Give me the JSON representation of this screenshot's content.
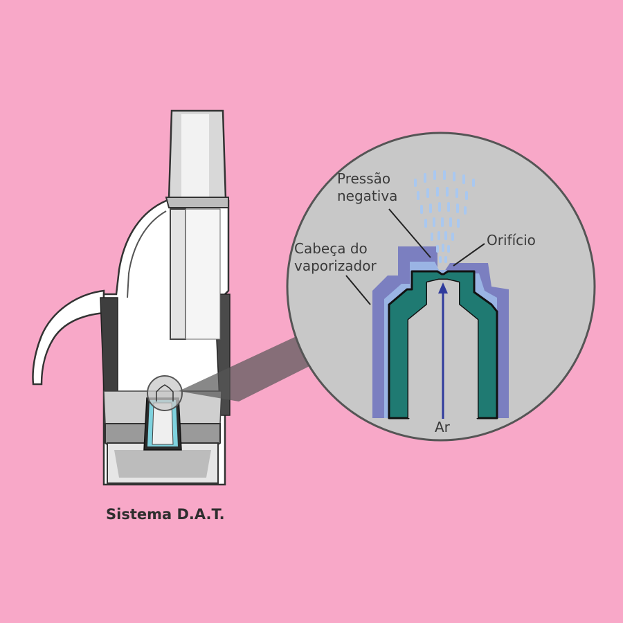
{
  "background_color": "#f8a8c8",
  "caption": "Sistema D.A.T.",
  "zoom_labels": {
    "negative_pressure_line1": "Pressão",
    "negative_pressure_line2": "negativa",
    "head_line1": "Cabeça do",
    "head_line2": "vaporizador",
    "orifice": "Orifício",
    "air": "Ar"
  },
  "colors": {
    "zoom_circle": "#c8c8c8",
    "head_outer": "#7b7fc0",
    "head_inner": "#9ab4e4",
    "nozzle": "#1f7a72",
    "air_arrow": "#2e3a9c",
    "spray": "#a9c8f0"
  }
}
